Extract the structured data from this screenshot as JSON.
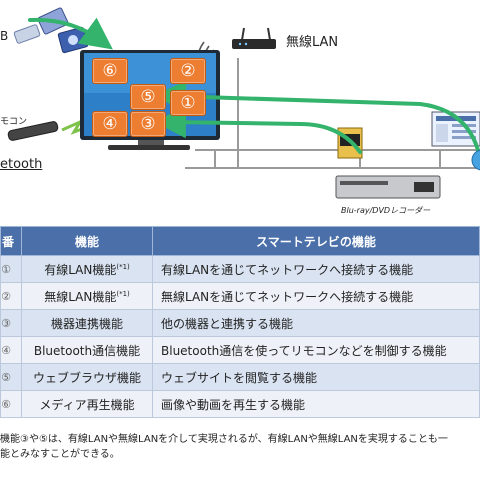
{
  "diagram": {
    "labels": {
      "usb": "B",
      "wireless_lan": "無線LAN",
      "remote": "モコン",
      "bluetooth": "etooth",
      "recorder": "Blu-ray/DVDレコーダー"
    },
    "screen_cells": [
      "⑥",
      "②",
      "⑤",
      "①",
      "④",
      "③"
    ],
    "colors": {
      "arrow": "#33b36b",
      "cell": "#ed7d31",
      "table_header": "#4a6fa9"
    }
  },
  "table": {
    "headers": {
      "no": "番",
      "function": "機能",
      "smart_tv": "スマートテレビの機能"
    },
    "rows": [
      {
        "no": "①",
        "function": "有線LAN機能",
        "sup": "(*1)",
        "desc": "有線LANを通じてネットワークへ接続する機能"
      },
      {
        "no": "②",
        "function": "無線LAN機能",
        "sup": "(*1)",
        "desc": "無線LANを通じてネットワークへ接続する機能"
      },
      {
        "no": "③",
        "function": "機器連携機能",
        "sup": "",
        "desc": "他の機器と連携する機能"
      },
      {
        "no": "④",
        "function": "Bluetooth通信機能",
        "sup": "",
        "desc": "Bluetooth通信を使ってリモコンなどを制御する機能"
      },
      {
        "no": "⑤",
        "function": "ウェブブラウザ機能",
        "sup": "",
        "desc": "ウェブサイトを閲覧する機能"
      },
      {
        "no": "⑥",
        "function": "メディア再生機能",
        "sup": "",
        "desc": "画像や動画を再生する機能"
      }
    ]
  },
  "note": {
    "line1": "機能③や⑤は、有線LANや無線LANを介して実現されるが、有線LANや無線LANを実現することも一",
    "line2": "能とみなすことができる。"
  }
}
